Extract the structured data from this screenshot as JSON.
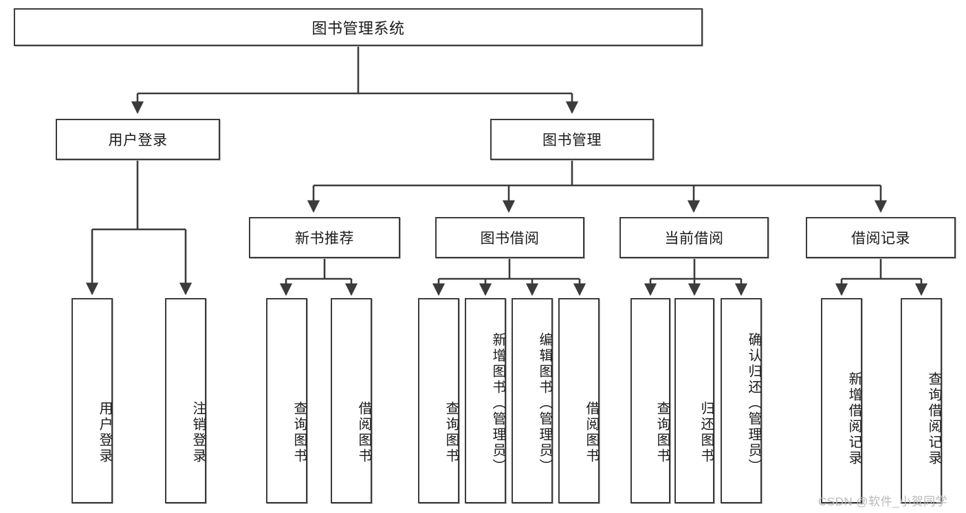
{
  "diagram": {
    "title": "图书管理系统",
    "type": "tree-hierarchy",
    "root": {
      "label": "图书管理系统"
    },
    "level1": [
      {
        "label": "用户登录"
      },
      {
        "label": "图书管理"
      }
    ],
    "level2": [
      {
        "label": "新书推荐"
      },
      {
        "label": "图书借阅"
      },
      {
        "label": "当前借阅"
      },
      {
        "label": "借阅记录"
      }
    ],
    "leaves_user_login": [
      {
        "label": "用户登录"
      },
      {
        "label": "注销登录"
      }
    ],
    "leaves_new_book": [
      {
        "label": "查询图书"
      },
      {
        "label": "借阅图书"
      }
    ],
    "leaves_book_borrow": [
      {
        "label": "查询图书"
      },
      {
        "label": "新增图书（管理员）"
      },
      {
        "label": "编辑图书（管理员）"
      },
      {
        "label": "借阅图书"
      }
    ],
    "leaves_current_borrow": [
      {
        "label": "查询图书"
      },
      {
        "label": "归还图书"
      },
      {
        "label": "确认归还（管理员）"
      }
    ],
    "leaves_borrow_record": [
      {
        "label": "新增借阅记录"
      },
      {
        "label": "查询借阅记录"
      }
    ]
  },
  "watermark": {
    "text": "CSDN @软件_小贺同学"
  },
  "colors": {
    "box_border": "#3b3b3b",
    "box_fill": "#ffffff",
    "wire": "#3b3b3b",
    "text": "#1a1a1a",
    "watermark": "#b9b9b9",
    "shadow": "#b8b8b8"
  }
}
